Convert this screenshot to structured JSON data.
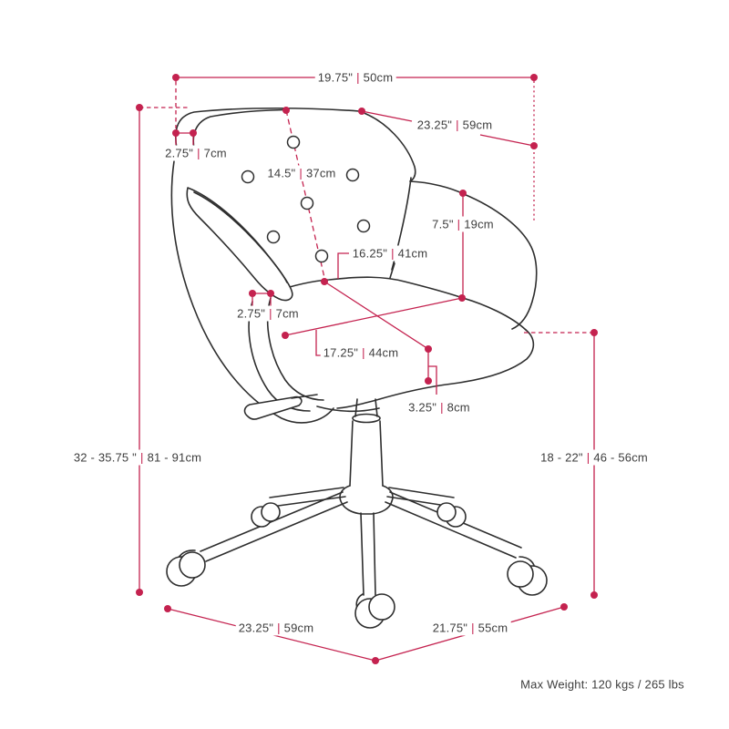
{
  "colors": {
    "dimension_accent": "#c4224f",
    "drawing_line": "#2e2e2e",
    "label_text": "#3d3d3d",
    "background": "#ffffff"
  },
  "separator": "|",
  "dims": {
    "top_width": {
      "in": "19.75\"",
      "cm": "50cm"
    },
    "back_depth": {
      "in": "23.25\"",
      "cm": "59cm"
    },
    "back_thickness": {
      "in": "2.75\"",
      "cm": "7cm"
    },
    "back_height": {
      "in": "14.5\"",
      "cm": "37cm"
    },
    "arm_to_seat": {
      "in": "7.5\"",
      "cm": "19cm"
    },
    "seat_depth": {
      "in": "16.25\"",
      "cm": "41cm"
    },
    "arm_thickness": {
      "in": "2.75\"",
      "cm": "7cm"
    },
    "seat_width": {
      "in": "17.25\"",
      "cm": "44cm"
    },
    "seat_thickness": {
      "in": "3.25\"",
      "cm": "8cm"
    },
    "overall_height": {
      "in": "32 - 35.75 \"",
      "cm": "81 - 91cm"
    },
    "seat_height": {
      "in": "18 - 22\"",
      "cm": "46 - 56cm"
    },
    "base_width": {
      "in": "23.25\"",
      "cm": "59cm"
    },
    "base_depth": {
      "in": "21.75\"",
      "cm": "55cm"
    }
  },
  "footer": {
    "max_weight": "Max Weight: 120 kgs / 265 lbs"
  }
}
